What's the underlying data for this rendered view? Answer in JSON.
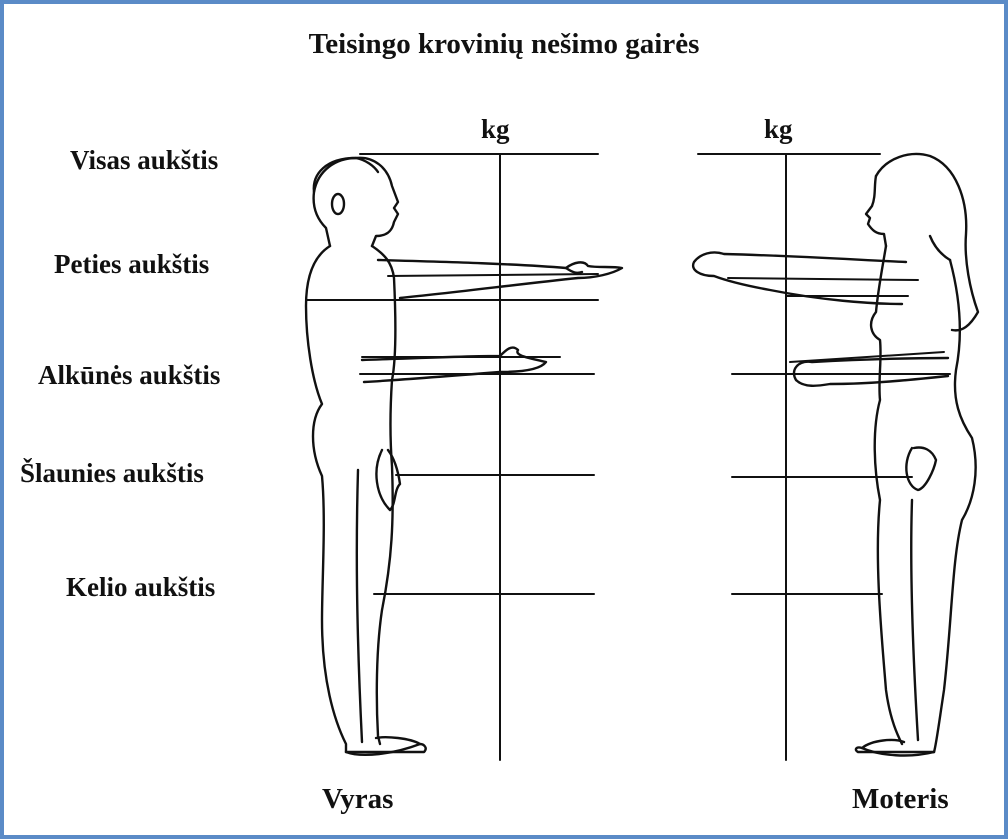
{
  "title": "Teisingo krovinių nešimo gairės",
  "units": {
    "left": "kg",
    "right": "kg"
  },
  "levels": [
    {
      "name": "Visas aukštis"
    },
    {
      "name": "Peties aukštis"
    },
    {
      "name": "Alkūnės aukštis"
    },
    {
      "name": "Šlaunies aukštis"
    },
    {
      "name": "Kelio aukštis"
    }
  ],
  "figures": {
    "male": {
      "caption": "Vyras"
    },
    "female": {
      "caption": "Moteris"
    }
  },
  "colors": {
    "border": "#5b8bc7",
    "ink": "#111111"
  }
}
